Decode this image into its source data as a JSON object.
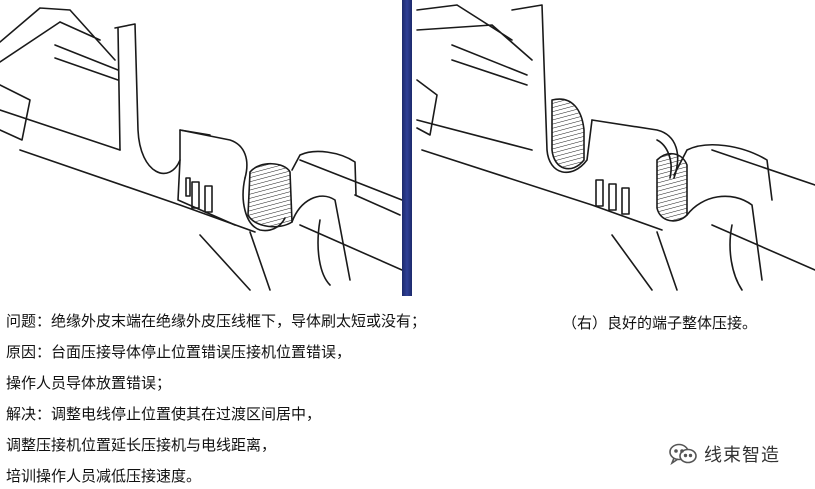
{
  "left_text": {
    "problem": "问题：绝缘外皮末端在绝缘外皮压线框下，导体刷太短或没有；",
    "cause_1": "原因：台面压接导体停止位置错误压接机位置错误，",
    "cause_2": "操作人员导体放置错误；",
    "solution_1": "解决：调整电线停止位置使其在过渡区间居中，",
    "solution_2": "调整压接机位置延长压接机与电线距离，",
    "solution_3": "培训操作人员减低压接速度。"
  },
  "right_caption": "（右）良好的端子整体压接。",
  "watermark": {
    "icon": "wechat-icon",
    "text": "线束智造"
  },
  "colors": {
    "divider": "#2f3f96",
    "line_art": "#1a1a1a"
  }
}
